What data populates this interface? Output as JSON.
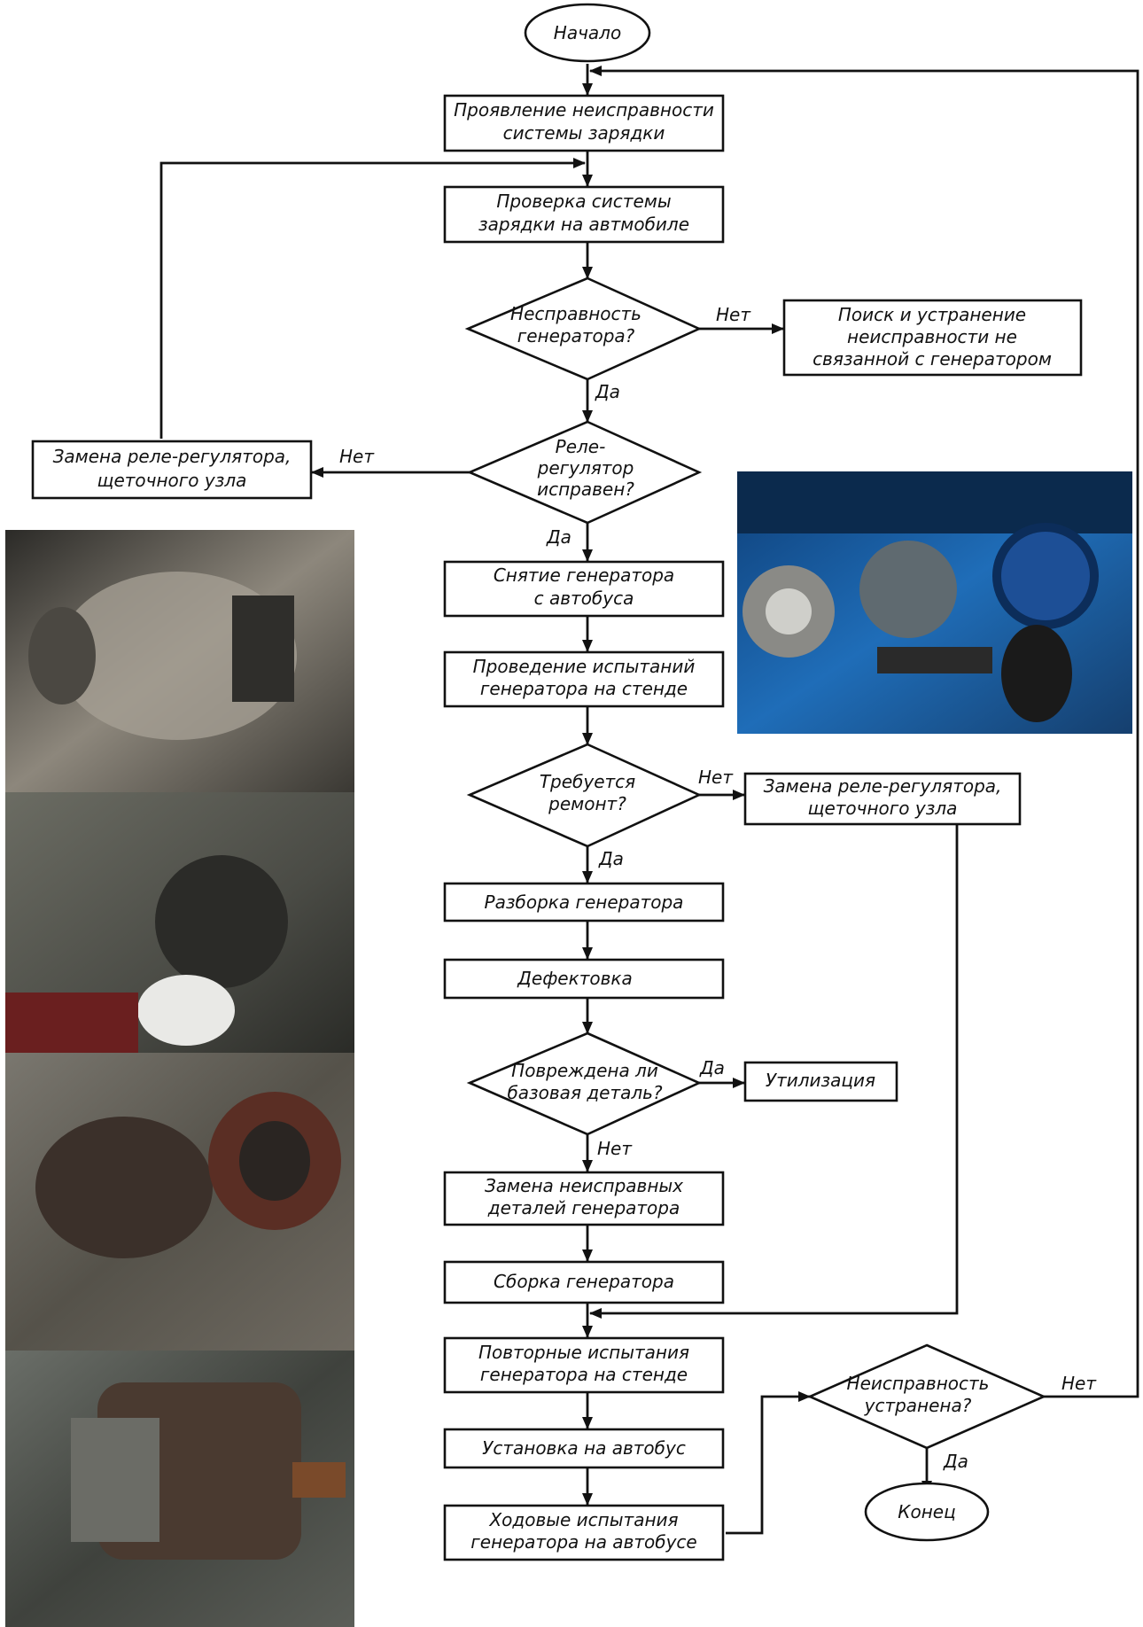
{
  "nodes": {
    "start": "Начало",
    "manifest": [
      "Проявление неисправности",
      "системы зарядки"
    ],
    "check": [
      "Проверка системы",
      "зарядки на автмобиле"
    ],
    "q_gen": [
      "Несправность",
      "генератора?"
    ],
    "search": [
      "Поиск и устранение",
      "неисправности не",
      "связанной с генератором"
    ],
    "replace_left": [
      "Замена реле-регулятора,",
      "щеточного узла"
    ],
    "q_relay": [
      "Реле-",
      "регулятор",
      "исправен?"
    ],
    "remove": [
      "Снятие генератора",
      "с автобуса"
    ],
    "test_stand": [
      "Проведение испытаний",
      "генератора на стенде"
    ],
    "q_repair": [
      "Требуется",
      "ремонт?"
    ],
    "replace_right": [
      "Замена реле-регулятора,",
      "щеточного узла"
    ],
    "disassembly": [
      "Разборка генератора"
    ],
    "defect": [
      "Дефектовка"
    ],
    "q_base": [
      "Повреждена ли",
      "базовая деталь?"
    ],
    "utilize": [
      "Утилизация"
    ],
    "replace_parts": [
      "Замена неисправных",
      "деталей генератора"
    ],
    "assembly": [
      "Сборка генератора"
    ],
    "retest": [
      "Повторные испытания",
      "генератора на стенде"
    ],
    "install": [
      "Установка на автобус"
    ],
    "road_test": [
      "Ходовые испытания",
      "генератора на автобусе"
    ],
    "q_fixed": [
      "Неисправность",
      "устранена?"
    ],
    "end": "Конец"
  },
  "edge_labels": {
    "gen_no": "Нет",
    "gen_yes": "Да",
    "relay_no": "Нет",
    "relay_yes": "Да",
    "repair_no": "Нет",
    "repair_yes": "Да",
    "base_yes": "Да",
    "base_no": "Нет",
    "fixed_no": "Нет",
    "fixed_yes": "Да"
  },
  "photos": [
    {
      "name": "generator-photo",
      "color": "#5e5a54"
    },
    {
      "name": "disassembly-photo",
      "color": "#4a4b45"
    },
    {
      "name": "rotor-stator-photo",
      "color": "#55524a"
    },
    {
      "name": "rotor-closeup-photo",
      "color": "#3f423d"
    },
    {
      "name": "test-stand-photo",
      "color": "#1f6db8"
    }
  ]
}
